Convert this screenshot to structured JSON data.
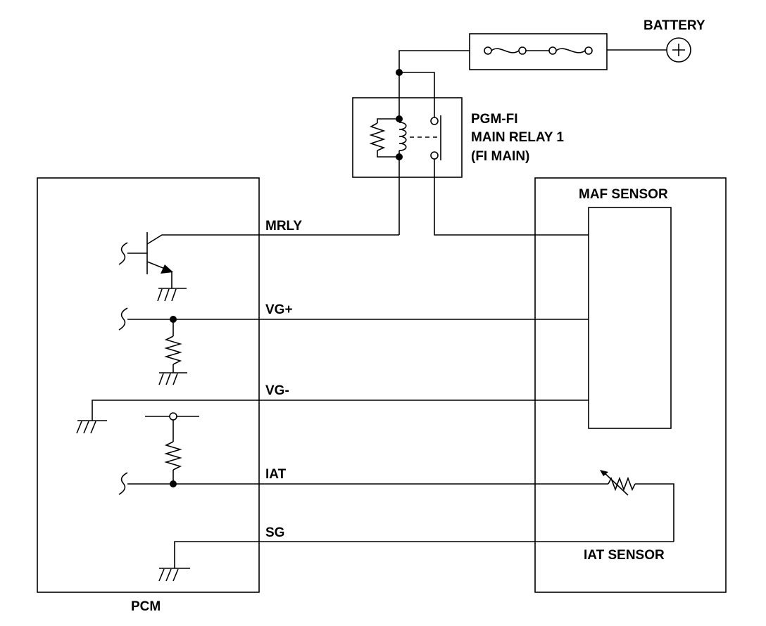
{
  "labels": {
    "battery": "BATTERY",
    "relay_line1": "PGM-FI",
    "relay_line2": "MAIN RELAY 1",
    "relay_line3": "(FI MAIN)",
    "pcm": "PCM",
    "maf_sensor": "MAF SENSOR",
    "iat_sensor": "IAT SENSOR"
  },
  "wires": {
    "mrly": "MRLY",
    "vg_plus": "VG+",
    "vg_minus": "VG-",
    "iat": "IAT",
    "sg": "SG"
  }
}
